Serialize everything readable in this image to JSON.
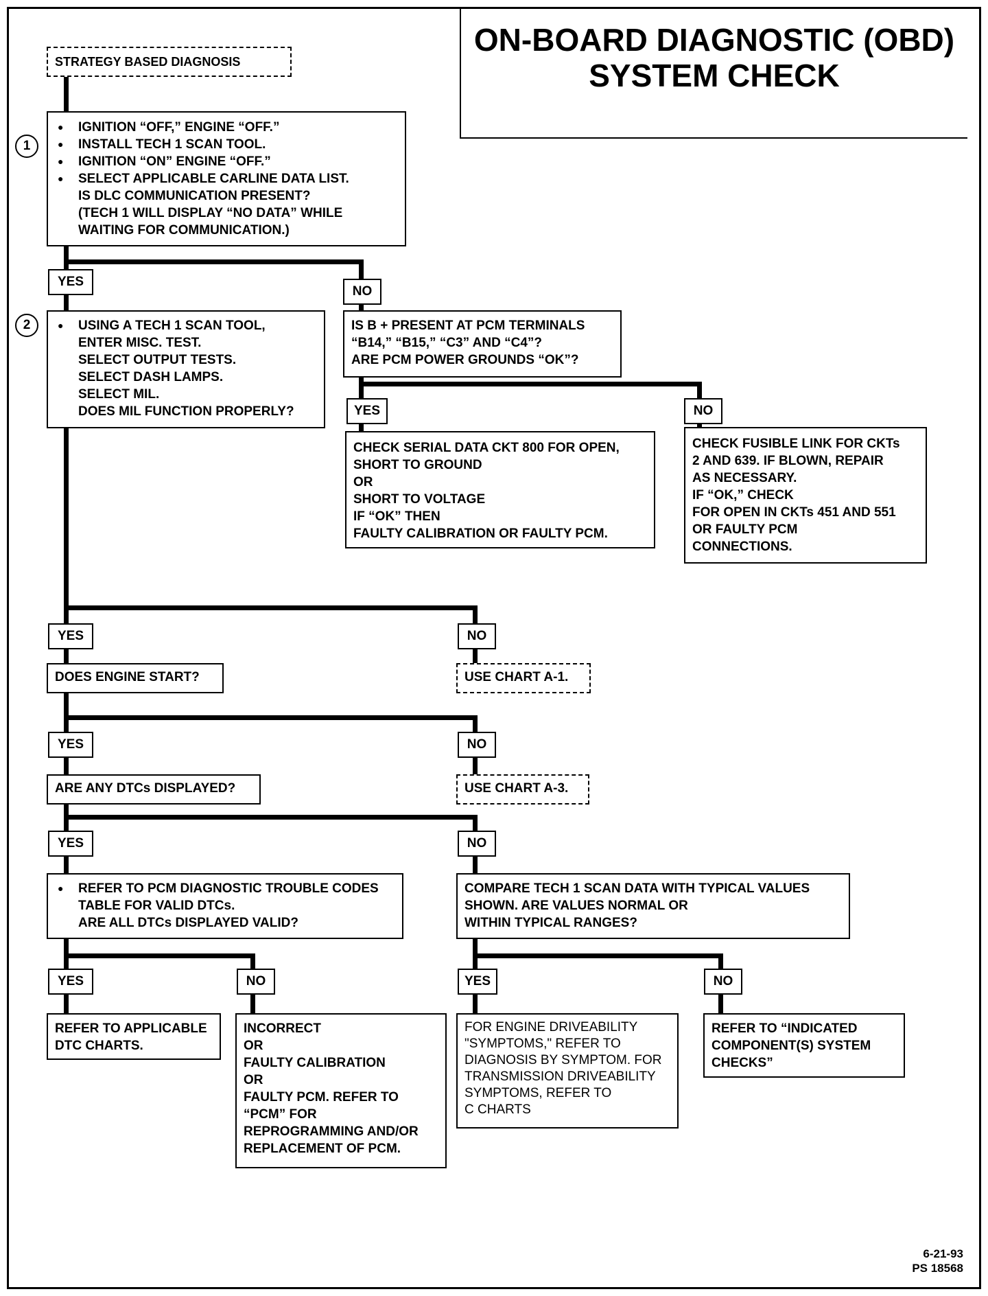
{
  "title": [
    "ON-BOARD DIAGNOSTIC (OBD)",
    "SYSTEM CHECK"
  ],
  "start": "STRATEGY BASED DIAGNOSIS",
  "steps": {
    "s1": "1",
    "s2": "2"
  },
  "step1": {
    "bullets": [
      "IGNITION “OFF,” ENGINE “OFF.”",
      "INSTALL TECH 1 SCAN TOOL.",
      "IGNITION “ON” ENGINE “OFF.”",
      "SELECT APPLICABLE CARLINE DATA LIST."
    ],
    "lines": [
      "IS DLC COMMUNICATION PRESENT?",
      "(TECH 1 WILL DISPLAY “NO DATA” WHILE",
      "WAITING FOR COMMUNICATION.)"
    ]
  },
  "step2": {
    "bullets": [
      "USING A TECH 1 SCAN TOOL,"
    ],
    "lines": [
      "ENTER MISC. TEST.",
      "SELECT OUTPUT TESTS.",
      "SELECT DASH LAMPS.",
      "SELECT MIL.",
      "DOES MIL FUNCTION PROPERLY?"
    ]
  },
  "bplus": [
    "IS B + PRESENT AT PCM TERMINALS",
    "“B14,” “B15,” “C3” AND “C4”?",
    "ARE PCM POWER GROUNDS “OK”?"
  ],
  "serial": [
    "CHECK SERIAL DATA CKT 800 FOR OPEN,",
    "SHORT TO GROUND",
    "OR",
    "SHORT TO VOLTAGE",
    "IF “OK” THEN",
    "FAULTY CALIBRATION OR FAULTY PCM."
  ],
  "fusible": [
    "CHECK FUSIBLE LINK FOR CKTs",
    "2 AND 639.  IF BLOWN, REPAIR",
    "AS NECESSARY.",
    "IF “OK,” CHECK",
    "FOR OPEN IN CKTs 451 AND 551",
    "OR FAULTY PCM",
    "CONNECTIONS."
  ],
  "engine_start": "DOES ENGINE START?",
  "chart_a1": "USE CHART A-1.",
  "dtcs_displayed": "ARE ANY DTCs DISPLAYED?",
  "chart_a3": "USE CHART A-3.",
  "refer_pcm": {
    "bullets": [
      "REFER TO PCM DIAGNOSTIC TROUBLE CODES"
    ],
    "lines": [
      "TABLE FOR VALID DTCs.",
      "ARE ALL DTCs DISPLAYED VALID?"
    ]
  },
  "compare": [
    "COMPARE TECH 1 SCAN DATA WITH TYPICAL VALUES",
    "SHOWN. ARE VALUES NORMAL OR",
    "WITHIN TYPICAL RANGES?"
  ],
  "refer_dtc": [
    "REFER TO APPLICABLE",
    "DTC CHARTS."
  ],
  "incorrect": [
    "INCORRECT",
    "OR",
    "FAULTY CALIBRATION",
    "OR",
    "FAULTY PCM.  REFER TO",
    "“PCM” FOR",
    "REPROGRAMMING AND/OR",
    "REPLACEMENT OF PCM."
  ],
  "driveability": [
    "FOR ENGINE DRIVEABILITY",
    "\"SYMPTOMS,\" REFER TO",
    "DIAGNOSIS BY SYMPTOM.  FOR",
    "TRANSMISSION DRIVEABILITY",
    "SYMPTOMS, REFER TO",
    "C CHARTS"
  ],
  "indicated": [
    "REFER TO “INDICATED",
    "COMPONENT(S) SYSTEM",
    "CHECKS”"
  ],
  "labels": {
    "yes": "YES",
    "no": "NO"
  },
  "footer": [
    "6-21-93",
    "PS 18568"
  ]
}
